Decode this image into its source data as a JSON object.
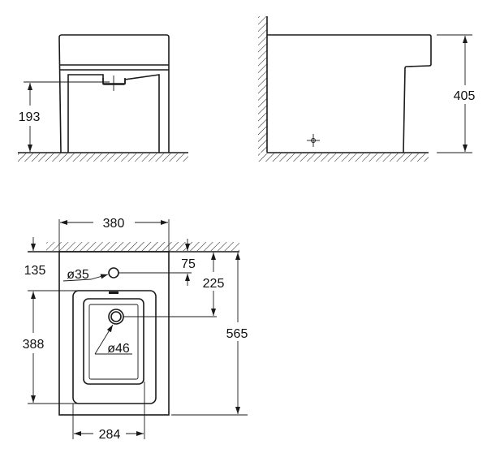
{
  "front_view": {
    "height_label": "193"
  },
  "side_view": {
    "height_label": "405"
  },
  "top_view": {
    "width_label": "380",
    "wall_to_rim_label": "135",
    "tap_hole_label": "ø35",
    "tap_offset_label": "75",
    "drain_offset_label": "225",
    "depth_label": "565",
    "bowl_length_label": "388",
    "drain_label": "ø46",
    "bowl_width_label": "284"
  },
  "colors": {
    "line": "#1a1a1a",
    "background": "#ffffff"
  }
}
